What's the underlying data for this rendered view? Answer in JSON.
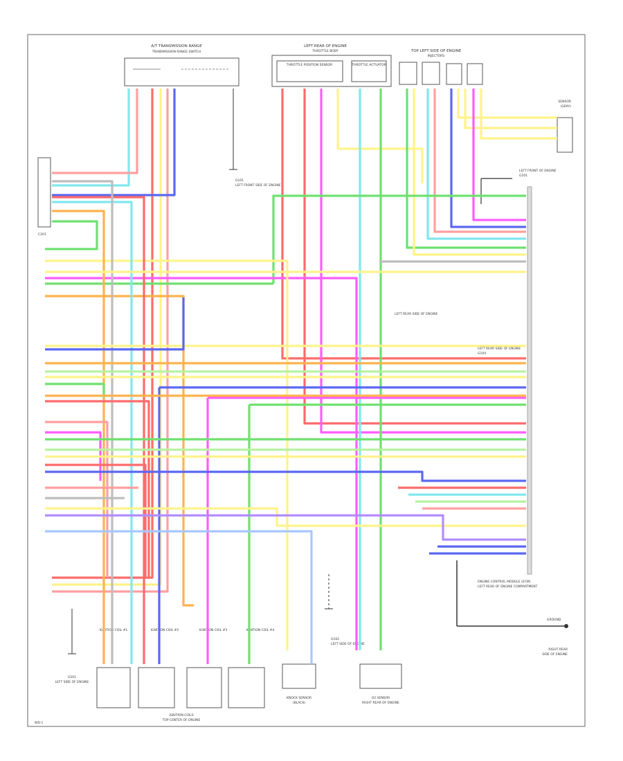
{
  "diagram": {
    "components": {
      "trans_range_switch": {
        "title": "A/T TRANSMISSION RANGE",
        "subtitle": "TRANSMISSION RANGE SWITCH"
      },
      "left_dash": {
        "title": "LEFT REAR OF ENGINE",
        "subtitle": "THROTTLE BODY"
      },
      "throttle_sensor": {
        "label": "THROTTLE POSITION SENSOR"
      },
      "throttle_motor": {
        "label": "THROTTLE ACTUATOR"
      },
      "top_right_group": {
        "title": "TOP LEFT SIDE OF ENGINE",
        "subtitle": "INJECTORS"
      },
      "right_sensor": {
        "label": "SENSOR",
        "sub": "(GRAY)"
      },
      "ground_top": {
        "label": "G101",
        "sub": "LEFT FRONT SIDE OF ENGINE"
      },
      "left_connector": {
        "label": "C201"
      },
      "right_junction": {
        "label": "LEFT FRONT OF ENGINE",
        "sub": "G101"
      },
      "mid_right_note1": {
        "label": "LEFT REAR SIDE OF ENGINE"
      },
      "mid_right_note2": {
        "label": "LEFT REAR SIDE OF ENGINE",
        "sub": "G104"
      },
      "ecm_label": {
        "label": "ENGINE CONTROL MODULE (ECM)",
        "sub": "LEFT REAR OF ENGINE COMPARTMENT"
      },
      "ground_right": {
        "label": "GROUND"
      },
      "right_bottom_note": {
        "label": "RIGHT REAR",
        "sub": "SIDE OF ENGINE"
      },
      "coil1": {
        "label": "IGNITION COIL #1"
      },
      "coil2": {
        "label": "IGNITION COIL #2"
      },
      "coil3": {
        "label": "IGNITION COIL #3"
      },
      "coil4": {
        "label": "IGNITION COIL #4"
      },
      "coils_caption": {
        "label": "IGNITION COILS",
        "sub": "TOP CENTER OF ENGINE"
      },
      "bottom_left_ground": {
        "label": "G101",
        "sub": "LEFT SIDE OF ENGINE"
      },
      "knock_sensor": {
        "label": "KNOCK SENSOR",
        "sub": "(BLACK)"
      },
      "o2_sensor": {
        "label": "O2 SENSOR",
        "sub": "RIGHT REAR OF ENGINE"
      },
      "mid_ground": {
        "label": "G102",
        "sub": "LEFT SIDE OF ENGINE"
      },
      "corner_mark": {
        "label": "WD-1"
      }
    }
  }
}
